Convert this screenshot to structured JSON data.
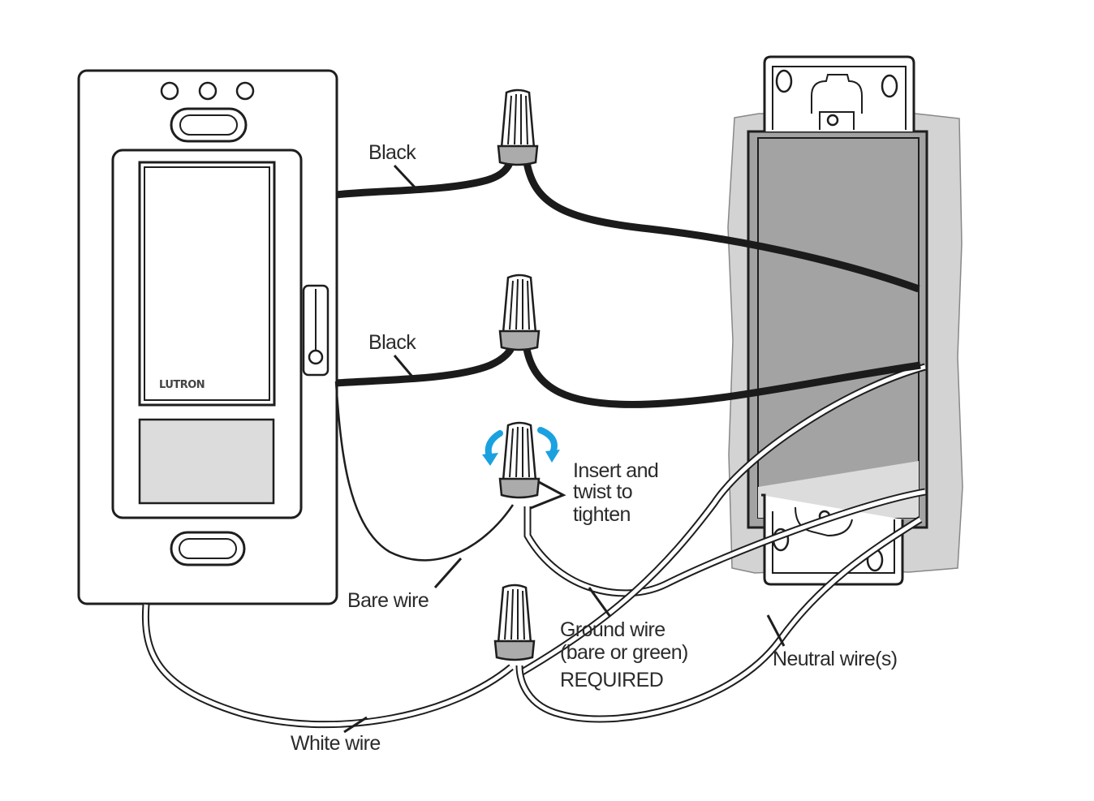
{
  "labels": {
    "black_top": "Black",
    "black_bottom": "Black",
    "insert_line1": "Insert and",
    "insert_line2": "twist to",
    "insert_line3": "tighten",
    "bare_wire": "Bare wire",
    "ground_line1": "Ground wire",
    "ground_line2": "(bare or green)",
    "ground_line3": "REQUIRED",
    "neutral": "Neutral wire(s)",
    "white": "White wire"
  },
  "brand": "LUTRON",
  "colors": {
    "line": "#1e1e1e",
    "wire_black": "#1b1b1b",
    "box_fill": "#a3a3a3",
    "wall_fill": "#d3d3d3",
    "rotate_arrow": "#1aa1e0"
  },
  "icons": [
    "rotate-arrow-left-icon",
    "rotate-arrow-right-icon"
  ]
}
